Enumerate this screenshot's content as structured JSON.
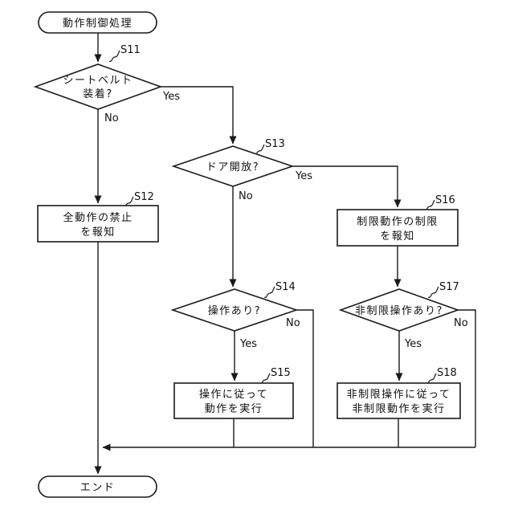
{
  "diagram": {
    "type": "flowchart",
    "background_color": "#ffffff",
    "stroke_color": "#1a1a1a",
    "nodes": {
      "start": {
        "shape": "terminal",
        "label": "動作制御処理"
      },
      "s11": {
        "shape": "decision",
        "step": "S11",
        "line1": "シートベルト",
        "line2": "装着?"
      },
      "s12": {
        "shape": "process",
        "step": "S12",
        "line1": "全動作の禁止",
        "line2": "を報知"
      },
      "s13": {
        "shape": "decision",
        "step": "S13",
        "label": "ドア開放?"
      },
      "s14": {
        "shape": "decision",
        "step": "S14",
        "label": "操作あり?"
      },
      "s15": {
        "shape": "process",
        "step": "S15",
        "line1": "操作に従って",
        "line2": "動作を実行"
      },
      "s16": {
        "shape": "process",
        "step": "S16",
        "line1": "制限動作の制限",
        "line2": "を報知"
      },
      "s17": {
        "shape": "decision",
        "step": "S17",
        "label": "非制限操作あり?"
      },
      "s18": {
        "shape": "process",
        "step": "S18",
        "line1": "非制限操作に従って",
        "line2": "非制限動作を実行"
      },
      "end": {
        "shape": "terminal",
        "label": "エンド"
      }
    },
    "edge_labels": {
      "s11_yes": "Yes",
      "s11_no": "No",
      "s13_yes": "Yes",
      "s13_no": "No",
      "s14_yes": "Yes",
      "s14_no": "No",
      "s17_yes": "Yes",
      "s17_no": "No"
    }
  }
}
